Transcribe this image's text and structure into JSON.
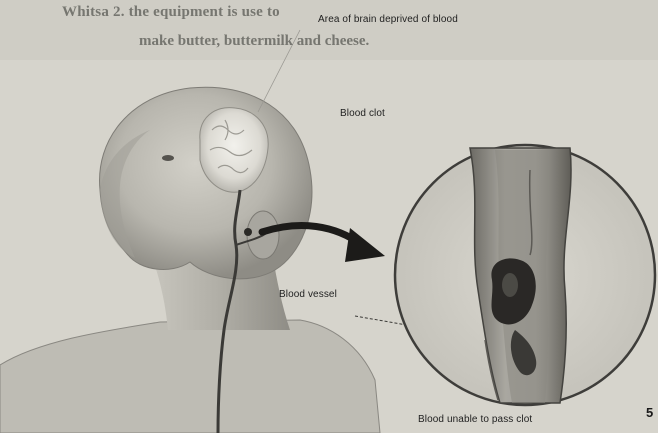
{
  "bleed_through": {
    "line_1": "Whitsa 2. the equipment is use to",
    "line_2": "make butter, buttermilk and cheese."
  },
  "labels": {
    "area": "Area of brain deprived of blood",
    "clot": "Blood clot",
    "vessel": "Blood vessel",
    "unable": "Blood unable to pass clot"
  },
  "page_number_fragment": "5",
  "colors": {
    "paper": "#d6d4cc",
    "skin": "#bdbbb3",
    "skin_shadow": "#8f8d86",
    "vessel": "#3a3936",
    "clot": "#2a2826",
    "outline": "#4a4944",
    "arrow": "#1c1b19"
  }
}
